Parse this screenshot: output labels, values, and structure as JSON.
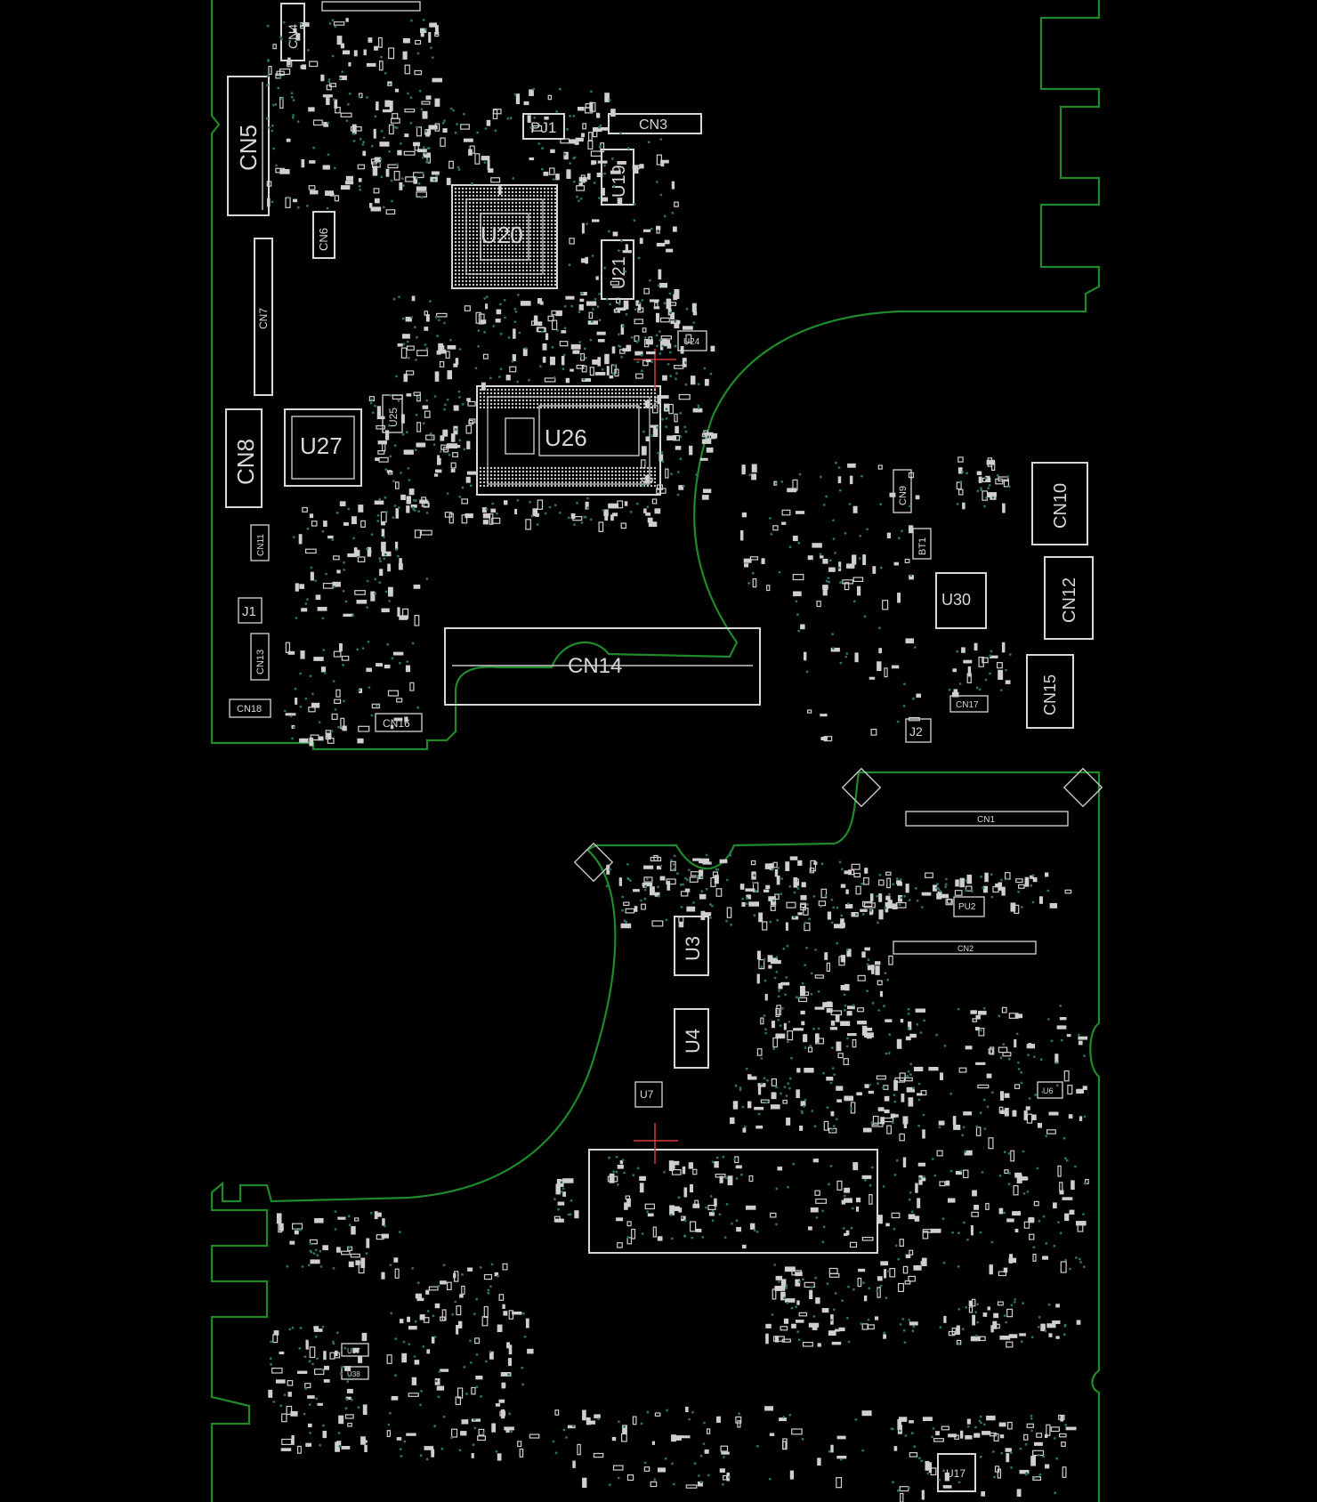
{
  "colors": {
    "background": "#000000",
    "board_outline": "#1f8a2a",
    "silkscreen": "#d8d8d8",
    "vias": "#2f6f6a",
    "marker": "#d23a3a"
  },
  "top_board": {
    "labels": {
      "cn4": "CN4",
      "cn5": "CN5",
      "pj1": "PJ1",
      "cn3": "CN3",
      "u19": "U19",
      "u20": "U20",
      "u21": "U21",
      "cn6": "CN6",
      "cn7": "CN7",
      "u24": "U24",
      "u25": "U25",
      "u26": "U26",
      "u27": "U27",
      "cn8": "CN8",
      "cn11": "CN11",
      "j1": "J1",
      "cn13": "CN13",
      "cn18": "CN18",
      "cn16": "CN16",
      "cn14": "CN14",
      "cn9": "CN9",
      "bt1": "BT1",
      "cn10": "CN10",
      "cn12": "CN12",
      "u30": "U30",
      "cn15": "CN15",
      "cn17": "CN17",
      "j2": "J2"
    }
  },
  "bottom_board": {
    "labels": {
      "cn1": "CN1",
      "pu2": "PU2",
      "cn2": "CN2",
      "u3": "U3",
      "u4": "U4",
      "u7": "U7",
      "u6": "U6",
      "u37": "U37",
      "u38": "U38",
      "u17": "U17"
    }
  }
}
